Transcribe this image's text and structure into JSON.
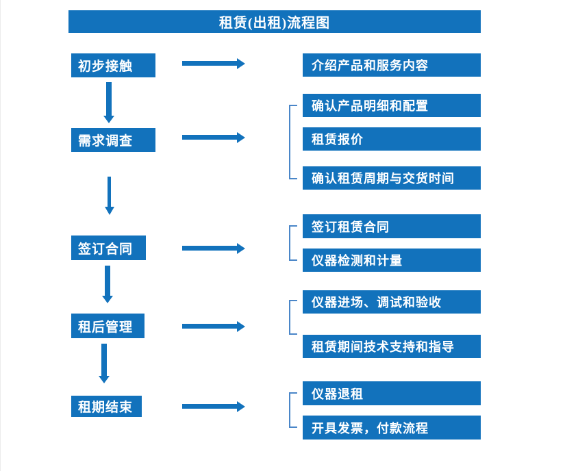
{
  "title": "租赁(出租)流程图",
  "colors": {
    "primary": "#1272BC",
    "bracket": "#4A86C8",
    "text": "#FFFFFF",
    "background": "#FFFFFF"
  },
  "flow": {
    "stages": [
      {
        "label": "初步接触",
        "details": [
          "介绍产品和服务内容"
        ]
      },
      {
        "label": "需求调查",
        "details": [
          "确认产品明细和配置",
          "租赁报价",
          "确认租赁周期与交货时间"
        ]
      },
      {
        "label": "签订合同",
        "details": [
          "签订租赁合同",
          "仪器检测和计量"
        ]
      },
      {
        "label": "租后管理",
        "details": [
          "仪器进场、调试和验收",
          "租赁期间技术支持和指导"
        ]
      },
      {
        "label": "租期结束",
        "details": [
          "仪器退租",
          "开具发票，付款流程"
        ]
      }
    ]
  }
}
